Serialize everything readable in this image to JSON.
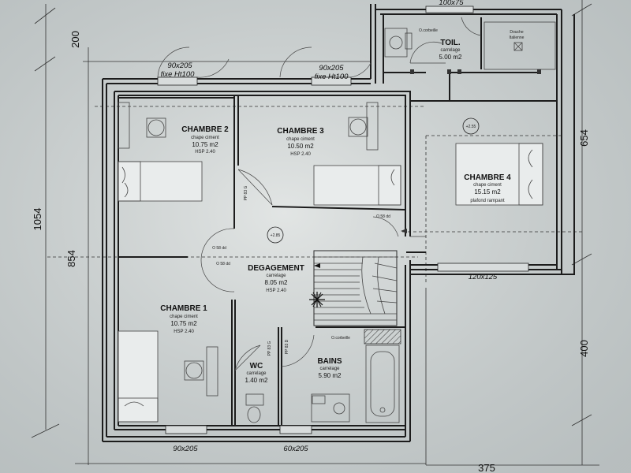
{
  "rooms": {
    "chambre2": {
      "name": "CHAMBRE 2",
      "finish": "chape ciment",
      "area": "10.75 m2",
      "height": "HSP 2.40"
    },
    "chambre3": {
      "name": "CHAMBRE 3",
      "finish": "chape ciment",
      "area": "10.50 m2",
      "height": "HSP 2.40"
    },
    "chambre4": {
      "name": "CHAMBRE 4",
      "finish": "chape ciment",
      "area": "15.15 m2",
      "height": "plafond rampant"
    },
    "toilette": {
      "name": "TOIL.",
      "finish": "carrelage",
      "area": "5.00 m2"
    },
    "degagement": {
      "name": "DEGAGEMENT",
      "finish": "carrelage",
      "area": "8.05 m2",
      "height": "HSP 2.40"
    },
    "chambre1": {
      "name": "CHAMBRE 1",
      "finish": "chape ciment",
      "area": "10.75 m2",
      "height": "HSP 2.40"
    },
    "wc": {
      "name": "WC",
      "finish": "carrelage",
      "area": "1.40 m2"
    },
    "bains": {
      "name": "BAINS",
      "finish": "carrelage",
      "area": "5.90 m2"
    }
  },
  "fixtures": {
    "shower_line1": "Douche",
    "shower_line2": "Italienne"
  },
  "windows": {
    "top_left_size": "90x205",
    "top_left_note": "fixe Ht100",
    "top_mid_size": "90x205",
    "top_mid_note": "fixe Ht100",
    "top_right": "100x75",
    "chambre4": "120x125",
    "bottom_left": "90x205",
    "bottom_mid": "60x205"
  },
  "dimensions": {
    "top": "200",
    "right_upper": "654",
    "right_lower": "400",
    "left_outer": "1054",
    "left_inner": "854",
    "bottom_right": "375"
  },
  "levels": {
    "hall": "+2.85",
    "toilette": "+2.55"
  },
  "tags": {
    "hall_w1": "O 58 dd",
    "hall_w2": "O 58 dd",
    "hall_e": "O 58 dd",
    "door_pp1": "PP 83 G",
    "door_pp2": "PP 83 D",
    "door_pp3": "PP 83 G",
    "bath_tag": "O.corbeille",
    "toil_tag": "O.corbeille"
  }
}
